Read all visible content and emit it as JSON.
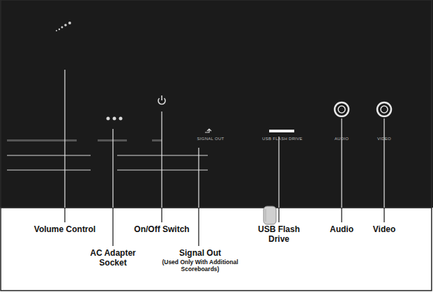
{
  "diagram": {
    "labels": [
      "SIGNAL OUT",
      "USB FLASH DRIVE",
      "AUDIO",
      "VIDEO",
      "Volume Control",
      "AC Adapter Socket",
      "On/Off Switch",
      "Signal Out",
      "(Used Only With Additional Scoreboards)",
      "USB Flash Drive",
      "Audio",
      "Video"
    ]
  }
}
